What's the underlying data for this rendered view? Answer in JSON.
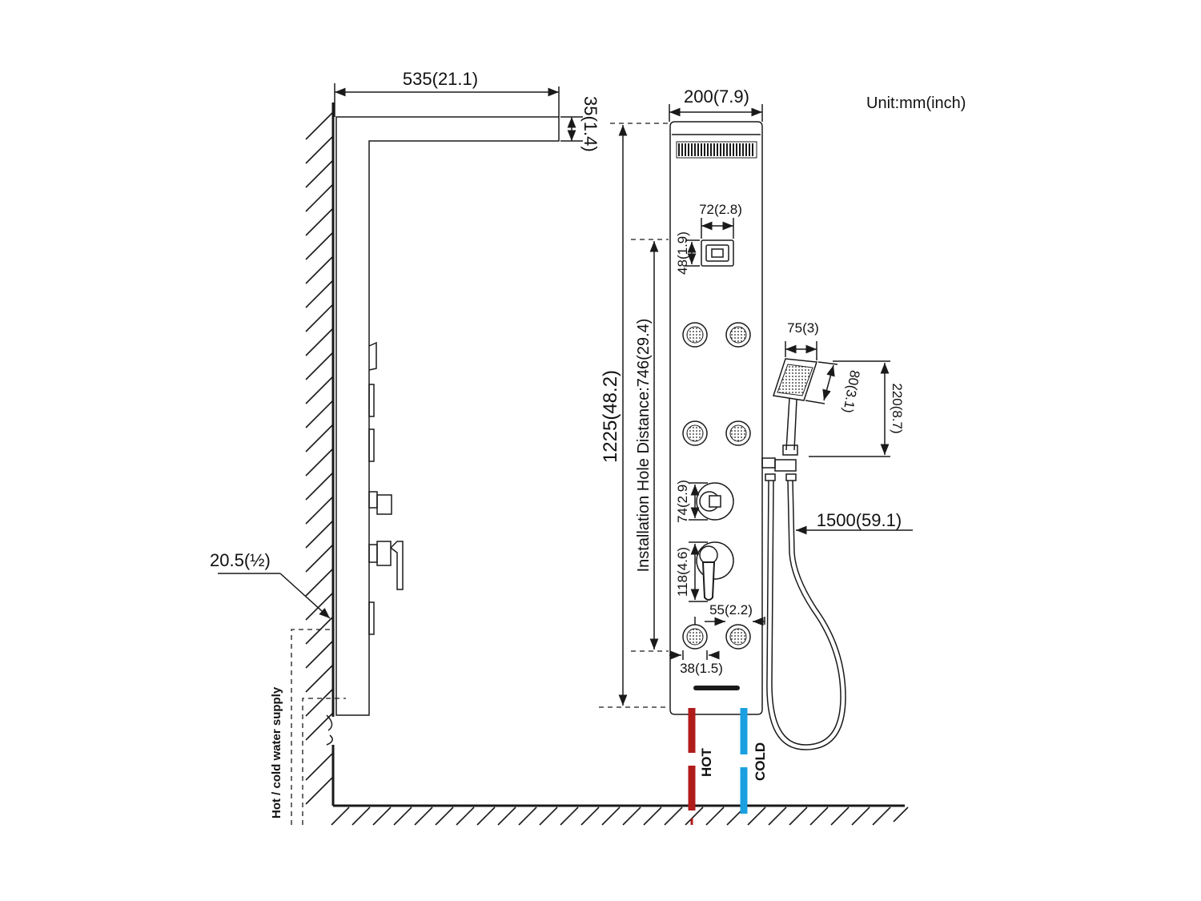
{
  "unit_label": "Unit:mm(inch)",
  "dimensions": {
    "depth": "535(21.1)",
    "top_thickness": "35(1.4)",
    "width": "200(7.9)",
    "display_width": "72(2.8)",
    "display_height": "48(1.9)",
    "total_height": "1225(48.2)",
    "hole_distance": "Installation Hole Distance:746(29.4)",
    "handshower_width": "75(3)",
    "handshower_head": "80(3.1)",
    "handshower_length": "220(8.7)",
    "thermostat": "74(2.9)",
    "mixer": "118(4.6)",
    "jet_spacing": "55(2.2)",
    "jet_size": "38(1.5)",
    "hose_length": "1500(59.1)",
    "pipe_size": "20.5(½)"
  },
  "labels": {
    "hot": "HOT",
    "cold": "COLD",
    "supply": "Hot / cold water supply"
  },
  "colors": {
    "hot": "#b01c1c",
    "cold": "#1aa0e0",
    "line": "#1a1a1a"
  }
}
